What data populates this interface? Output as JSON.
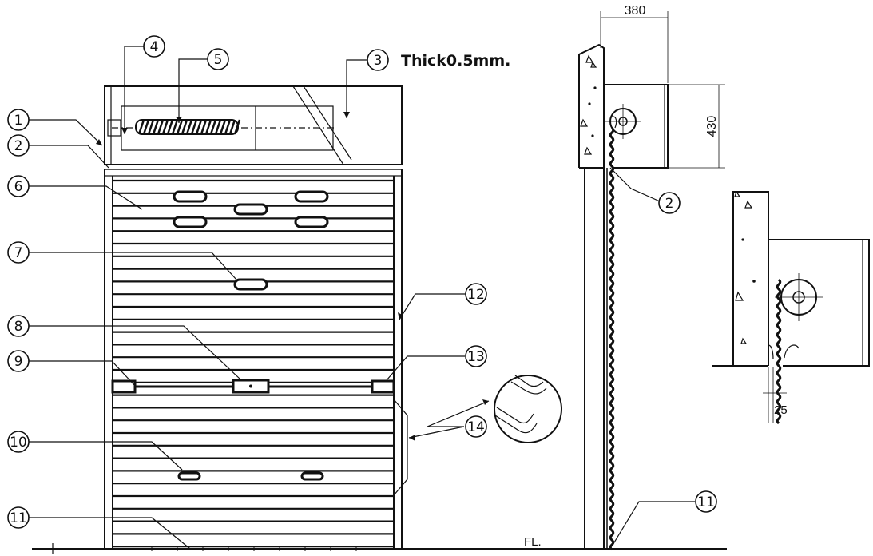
{
  "callouts": [
    "1",
    "2",
    "3",
    "4",
    "5",
    "6",
    "7",
    "8",
    "9",
    "10",
    "11",
    "12",
    "13",
    "14"
  ],
  "side_callouts": {
    "two": "2",
    "eleven": "11"
  },
  "note_thickness": "Thick0.5mm.",
  "dimensions": {
    "width_top": "380",
    "height_side": "430",
    "gap": "25"
  },
  "floor_label": "FL."
}
